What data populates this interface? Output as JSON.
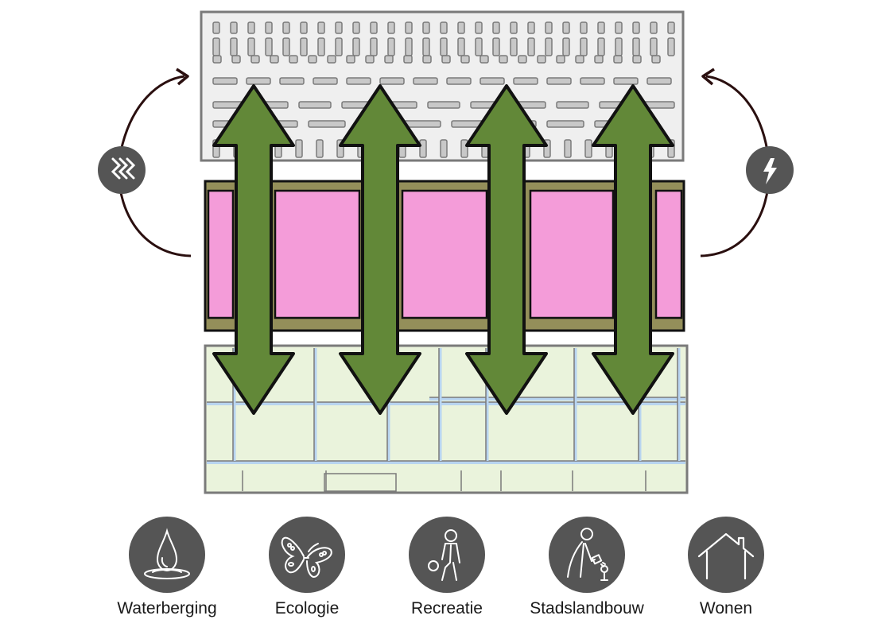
{
  "diagram": {
    "title": "",
    "zones": [
      {
        "name": "urban-zone",
        "description": "dense built-up area (grey street blocks)",
        "fill": "#efefef",
        "stroke": "#7a7a7a",
        "block_fill": "#c8c8c8"
      },
      {
        "name": "transition-zone",
        "description": "band of pink plots with olive edges",
        "fill": "#f49cd9",
        "frame": "#948f5a",
        "outline": "#111111"
      },
      {
        "name": "rural-zone",
        "description": "light green field parcels with blue ditches",
        "fill": "#eaf3dc",
        "stroke": "#7a7a7a",
        "ditch": "#b8d4f0"
      }
    ],
    "connector_arrows": {
      "count": 4,
      "fill": "#628838",
      "outline": "#111111",
      "direction": "bidirectional-vertical"
    },
    "flows": [
      {
        "name": "heat-flow",
        "icon": "heat-waves-icon",
        "direction": "rural-to-urban",
        "side": "left"
      },
      {
        "name": "energy-flow",
        "icon": "lightning-icon",
        "direction": "rural-to-urban",
        "side": "right"
      }
    ],
    "colors": {
      "flow_arrow": "#2a0f0f",
      "icon_circle": "#555555",
      "icon_glyph": "#ffffff"
    }
  },
  "legend": [
    {
      "icon": "water-drop-icon",
      "label": "Waterberging"
    },
    {
      "icon": "butterfly-icon",
      "label": "Ecologie"
    },
    {
      "icon": "recreation-icon",
      "label": "Recreatie"
    },
    {
      "icon": "urban-farming-icon",
      "label": "Stadslandbouw"
    },
    {
      "icon": "house-icon",
      "label": "Wonen"
    }
  ]
}
